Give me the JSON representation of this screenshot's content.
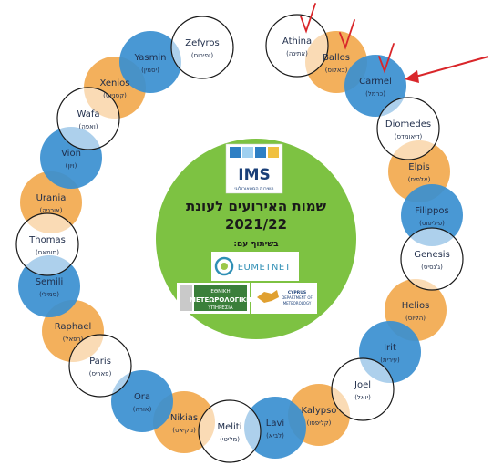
{
  "center": {
    "title_line1": "שמות האירועים לעונת",
    "title_line2": "2021/22",
    "partner_label": "בשיתוף עם:"
  },
  "logos": {
    "ims_text": "IMS",
    "ims_subtext": "השירות המטאורולוגי",
    "eumetnet_text": "EUMETNET",
    "greek_line1": "ΕΘΝΙΚΗ",
    "greek_line2": "ΜΕΤΕΩΡΟΛΟΓΙΚΗ",
    "greek_line3": "ΥΠΗΡΕΣΙΑ",
    "cyprus_line1": "CYPRUS",
    "cyprus_line2": "DEPARTMENT OF",
    "cyprus_line3": "METEOROLOGY"
  },
  "colors": {
    "blue": "#3a8fd0",
    "orange": "#f2a94e",
    "center_green": "#7dc242",
    "annotation_red": "#d9262a",
    "text": "#1f2d4a"
  },
  "storms": [
    {
      "name": "Athina",
      "hebrew": "(אתינה)",
      "style": "white",
      "checked": true
    },
    {
      "name": "Ballos",
      "hebrew": "(באלוס)",
      "style": "orange",
      "checked": true
    },
    {
      "name": "Carmel",
      "hebrew": "(כרמל)",
      "style": "blue",
      "checked": true
    },
    {
      "name": "Diomedes",
      "hebrew": "(דיאומדס)",
      "style": "white",
      "checked": false
    },
    {
      "name": "Elpis",
      "hebrew": "(אלפיס)",
      "style": "orange",
      "checked": false
    },
    {
      "name": "Filippos",
      "hebrew": "(פיליפוס)",
      "style": "blue",
      "checked": false
    },
    {
      "name": "Genesis",
      "hebrew": "(ג'נסיס)",
      "style": "white",
      "checked": false
    },
    {
      "name": "Helios",
      "hebrew": "(הליוס)",
      "style": "orange",
      "checked": false
    },
    {
      "name": "Irit",
      "hebrew": "(עירית)",
      "style": "blue",
      "checked": false
    },
    {
      "name": "Joel",
      "hebrew": "(יואל)",
      "style": "white",
      "checked": false
    },
    {
      "name": "Kalypso",
      "hebrew": "(קליפסו)",
      "style": "orange",
      "checked": false
    },
    {
      "name": "Lavi",
      "hebrew": "(לביא)",
      "style": "blue",
      "checked": false
    },
    {
      "name": "Meliti",
      "hebrew": "(מליטי)",
      "style": "white",
      "checked": false
    },
    {
      "name": "Nikias",
      "hebrew": "(ניקיאס)",
      "style": "orange",
      "checked": false
    },
    {
      "name": "Ora",
      "hebrew": "(אורה)",
      "style": "blue",
      "checked": false
    },
    {
      "name": "Paris",
      "hebrew": "(פאריס)",
      "style": "white",
      "checked": false
    },
    {
      "name": "Raphael",
      "hebrew": "(רפאל)",
      "style": "orange",
      "checked": false
    },
    {
      "name": "Semili",
      "hebrew": "(סמילי)",
      "style": "blue",
      "checked": false
    },
    {
      "name": "Thomas",
      "hebrew": "(תומאס)",
      "style": "white",
      "checked": false
    },
    {
      "name": "Urania",
      "hebrew": "(אורניה)",
      "style": "orange",
      "checked": false
    },
    {
      "name": "Vion",
      "hebrew": "(ויון)",
      "style": "blue",
      "checked": false
    },
    {
      "name": "Wafa",
      "hebrew": "(ואפה)",
      "style": "white",
      "checked": false
    },
    {
      "name": "Xenios",
      "hebrew": "(קסניוס)",
      "style": "orange",
      "checked": false
    },
    {
      "name": "Yasmin",
      "hebrew": "(יסמין)",
      "style": "blue",
      "checked": false
    },
    {
      "name": "Zefyros",
      "hebrew": "(זפירוס)",
      "style": "white",
      "checked": false
    }
  ]
}
